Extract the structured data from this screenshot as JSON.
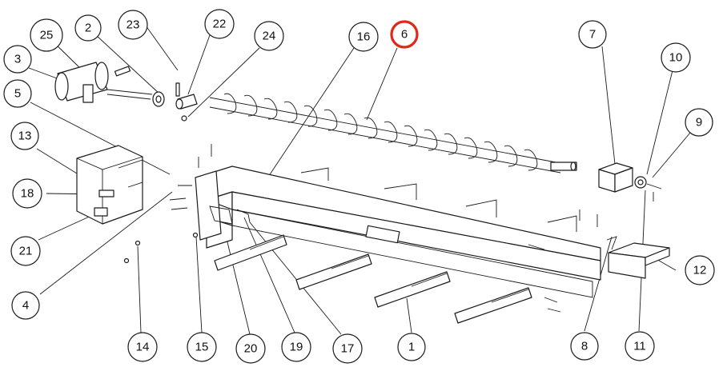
{
  "highlight_color": "#e0271a",
  "callouts": [
    {
      "id": "25",
      "label": "25"
    },
    {
      "id": "2",
      "label": "2"
    },
    {
      "id": "23",
      "label": "23"
    },
    {
      "id": "22",
      "label": "22"
    },
    {
      "id": "24",
      "label": "24"
    },
    {
      "id": "16",
      "label": "16"
    },
    {
      "id": "6",
      "label": "6",
      "highlighted": true
    },
    {
      "id": "7",
      "label": "7"
    },
    {
      "id": "10",
      "label": "10"
    },
    {
      "id": "3",
      "label": "3"
    },
    {
      "id": "5",
      "label": "5"
    },
    {
      "id": "9",
      "label": "9"
    },
    {
      "id": "13",
      "label": "13"
    },
    {
      "id": "18",
      "label": "18"
    },
    {
      "id": "12",
      "label": "12"
    },
    {
      "id": "21",
      "label": "21"
    },
    {
      "id": "4",
      "label": "4"
    },
    {
      "id": "14",
      "label": "14"
    },
    {
      "id": "15",
      "label": "15"
    },
    {
      "id": "20",
      "label": "20"
    },
    {
      "id": "19",
      "label": "19"
    },
    {
      "id": "17",
      "label": "17"
    },
    {
      "id": "1",
      "label": "1"
    },
    {
      "id": "8",
      "label": "8"
    },
    {
      "id": "11",
      "label": "11"
    }
  ]
}
